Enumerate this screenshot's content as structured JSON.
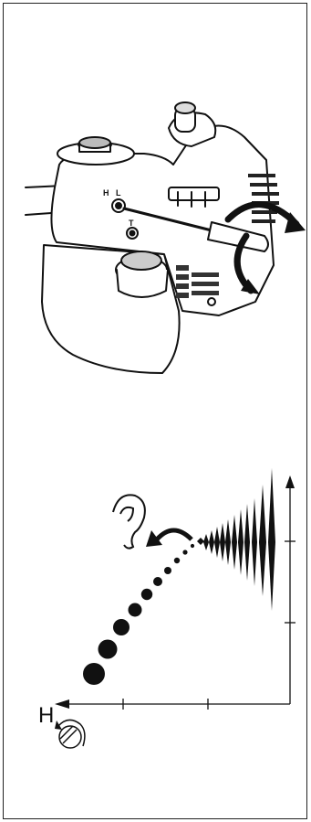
{
  "engine_figure": {
    "control_labels": {
      "high": "H",
      "low": "L",
      "idle": "T"
    }
  },
  "sound_figure": {
    "axis_label": "H"
  },
  "colors": {
    "ink": "#111111",
    "paper": "#ffffff"
  },
  "icons": [
    "ear-icon",
    "adjust-screw-icon",
    "sound-wave-icon"
  ]
}
